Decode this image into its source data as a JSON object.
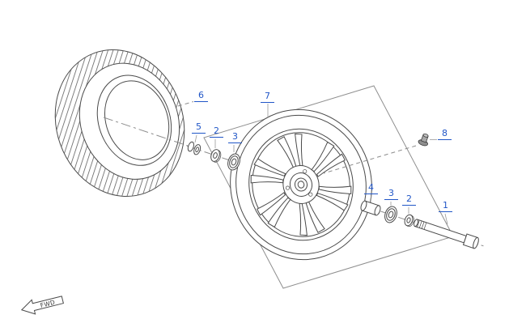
{
  "theme": {
    "background": "#ffffff",
    "line_color": "#4a4a4a",
    "axis_color": "#8c8c8c",
    "accent_color": "#2156c7"
  },
  "callouts": [
    {
      "label": "6",
      "target": "tire"
    },
    {
      "label": "7",
      "target": "wheel"
    },
    {
      "label": "5",
      "target": "collar"
    },
    {
      "label": "2",
      "target": "seal-left"
    },
    {
      "label": "3",
      "target": "bearing-left"
    },
    {
      "label": "8",
      "target": "bolt"
    },
    {
      "label": "4",
      "target": "spacer-tube"
    },
    {
      "label": "3",
      "target": "bearing-right"
    },
    {
      "label": "2",
      "target": "seal-right"
    },
    {
      "label": "1",
      "target": "axle-shaft"
    }
  ],
  "direction_marker": {
    "label": "FWD"
  }
}
